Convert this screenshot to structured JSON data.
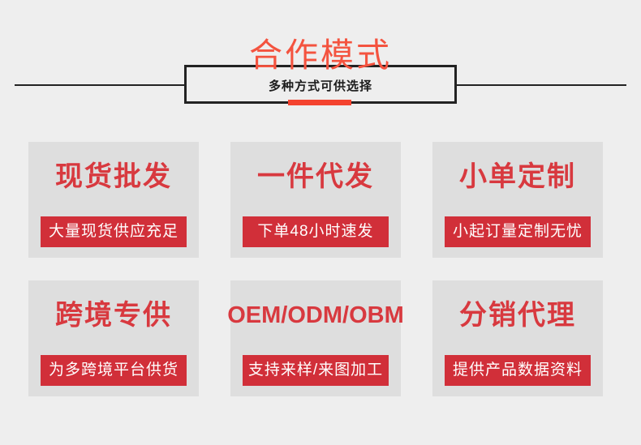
{
  "page": {
    "background_color": "#eeeeee",
    "accent_red": "#d12f39",
    "title_red": "#f4533f",
    "card_background": "#dedede"
  },
  "header": {
    "title": "合作模式",
    "subtitle": "多种方式可供选择"
  },
  "cards": [
    {
      "title": "现货批发",
      "banner": "大量现货供应充足",
      "latin": false
    },
    {
      "title": "一件代发",
      "banner": "下单48小时速发",
      "latin": false
    },
    {
      "title": "小单定制",
      "banner": "小起订量定制无忧",
      "latin": false
    },
    {
      "title": "跨境专供",
      "banner": "为多跨境平台供货",
      "latin": false
    },
    {
      "title": "OEM/ODM/OBM",
      "banner": "支持来样/来图加工",
      "latin": true
    },
    {
      "title": "分销代理",
      "banner": "提供产品数据资料",
      "latin": false
    }
  ]
}
